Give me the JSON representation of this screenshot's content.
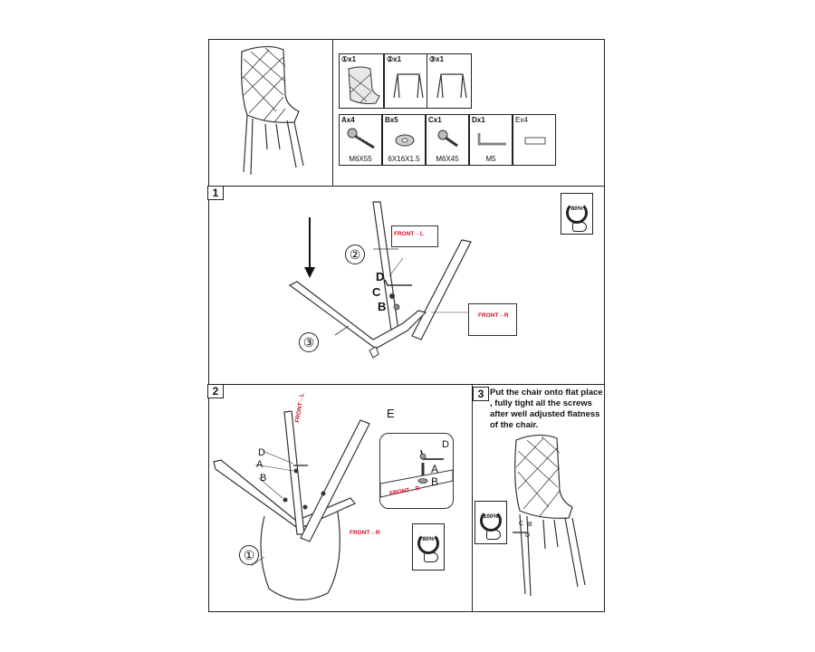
{
  "parts": {
    "components": [
      {
        "tag": "①x1"
      },
      {
        "tag": "②x1"
      },
      {
        "tag": "③x1"
      }
    ],
    "hardware": [
      {
        "tag": "Ax4",
        "size": "M6X55"
      },
      {
        "tag": "Bx5",
        "size": "6X16X1.5"
      },
      {
        "tag": "Cx1",
        "size": "M6X45"
      },
      {
        "tag": "Dx1",
        "size": "M5"
      },
      {
        "tag": "Ex4",
        "size": ""
      }
    ]
  },
  "steps": {
    "s1": {
      "num": "1",
      "labels": {
        "part2": "②",
        "part3": "③",
        "d": "D",
        "c": "C",
        "b": "B"
      },
      "front_left": "FRONT→L",
      "front_right": "FRONT→R",
      "torque": "80%"
    },
    "s2": {
      "num": "2",
      "labels": {
        "e": "E",
        "d": "D",
        "a": "A",
        "b": "B",
        "part1": "①",
        "inset_d": "D",
        "inset_a": "A",
        "inset_b": "B"
      },
      "front_left": "FRONT→L",
      "front_right": "FRONT→R",
      "inset_front": "FRONT→R",
      "torque": "80%"
    },
    "s3": {
      "num": "3",
      "instruction": "Put the chair onto flat place , fully tight all the screws after well adjusted flatness of the chair.",
      "labels": {
        "c": "C",
        "b": "B",
        "d": "D"
      },
      "torque": "100%"
    }
  }
}
